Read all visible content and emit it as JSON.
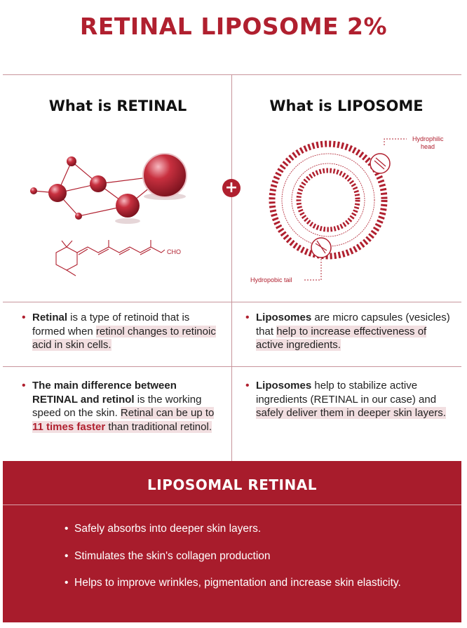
{
  "title": "RETINAL LIPOSOME 2%",
  "left": {
    "heading": "What is RETINAL",
    "structure_label": "CHO",
    "p1": {
      "bold": "Retinal",
      "text1": " is a type of retinoid that is formed when ",
      "highlight": "retinol changes to retinoic acid in skin cells."
    },
    "p2": {
      "bold": "The main difference between RETINAL and retinol",
      "text1": " is the working speed  on the skin. ",
      "hl1": "Retinal can be up to ",
      "red": "11 times faster",
      "hl2": " than traditional retinol."
    }
  },
  "right": {
    "heading": "What is LIPOSOME",
    "label_head": "Hydrophilic head",
    "label_tail": "Hydropobic tail",
    "p1": {
      "bold": "Liposomes",
      "text1": " are micro capsules (vesicles) that ",
      "highlight": "help to increase effectiveness of active ingredients."
    },
    "p2": {
      "bold": "Liposomes",
      "text1": " help to stabilize active ingredients (RETINAL in our case) and ",
      "highlight": "safely deliver them in deeper skin layers."
    }
  },
  "bottom": {
    "heading": "LIPOSOMAL RETINAL",
    "items": [
      "Safely absorbs into deeper skin layers.",
      "Stimulates the skin's collagen production",
      "Helps to improve wrinkles, pigmentation and increase skin elasticity."
    ]
  },
  "colors": {
    "accent": "#b0202f",
    "highlight": "#f2dfe1",
    "band": "#a81c2c"
  },
  "icons": [
    "plus-icon",
    "molecule-illustration",
    "liposome-illustration",
    "retinal-structure"
  ]
}
